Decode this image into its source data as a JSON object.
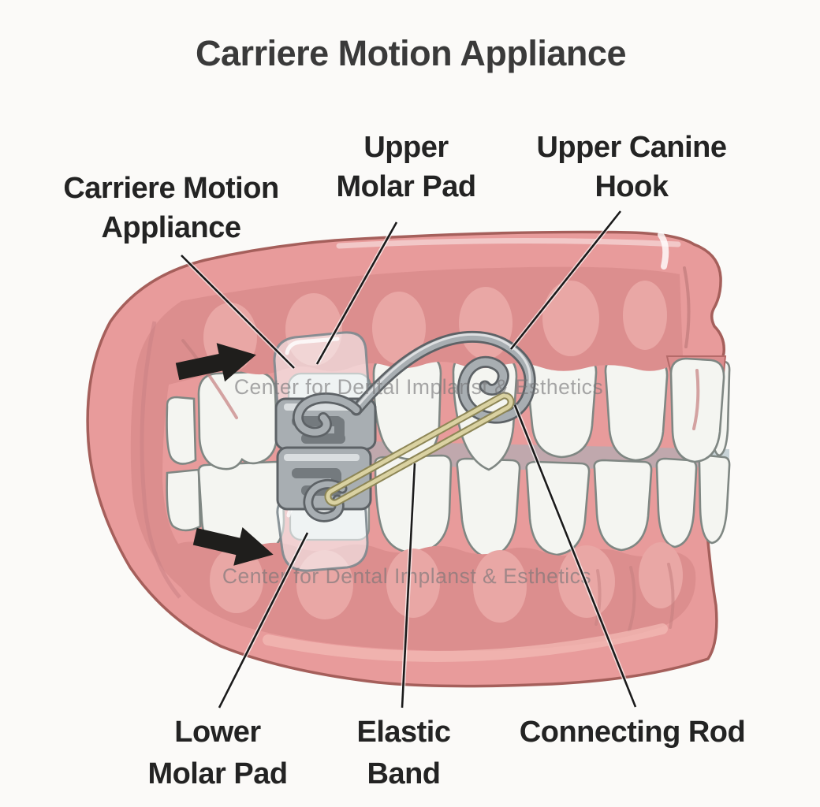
{
  "title": "Carriere Motion Appliance",
  "watermark": "Center for Dental Implanst & Esthetics",
  "labels": {
    "carriere_motion_appliance": {
      "line1": "Carriere Motion",
      "line2": "Appliance"
    },
    "upper_molar_pad": {
      "line1": "Upper",
      "line2": "Molar Pad"
    },
    "upper_canine_hook": {
      "line1": "Upper Canine",
      "line2": "Hook"
    },
    "lower_molar_pad": {
      "line1": "Lower",
      "line2": "Molar Pad"
    },
    "elastic_band": {
      "line1": "Elastic",
      "line2": "Band"
    },
    "connecting_rod": {
      "line1": "Connecting Rod"
    }
  },
  "colors": {
    "background": "#fbfaf8",
    "title_text": "#3a3a3a",
    "label_text": "#232323",
    "leader_line": "#1b1b1b",
    "watermark_text": "#757577",
    "gum": "#e89b9b",
    "gum_outline": "#a55f5b",
    "gum_inner": "#dc8e8e",
    "gum_bump": "#e9a7a5",
    "tooth": "#f4f5f1",
    "tooth_outline": "#7f8783",
    "metal_dark": "#5d6266",
    "metal_mid": "#a8aeb2",
    "metal_light": "#e3e6e7",
    "elastic": "#dad2a2",
    "elastic_outline": "#8d8656",
    "arrow": "#1f1e1c"
  }
}
